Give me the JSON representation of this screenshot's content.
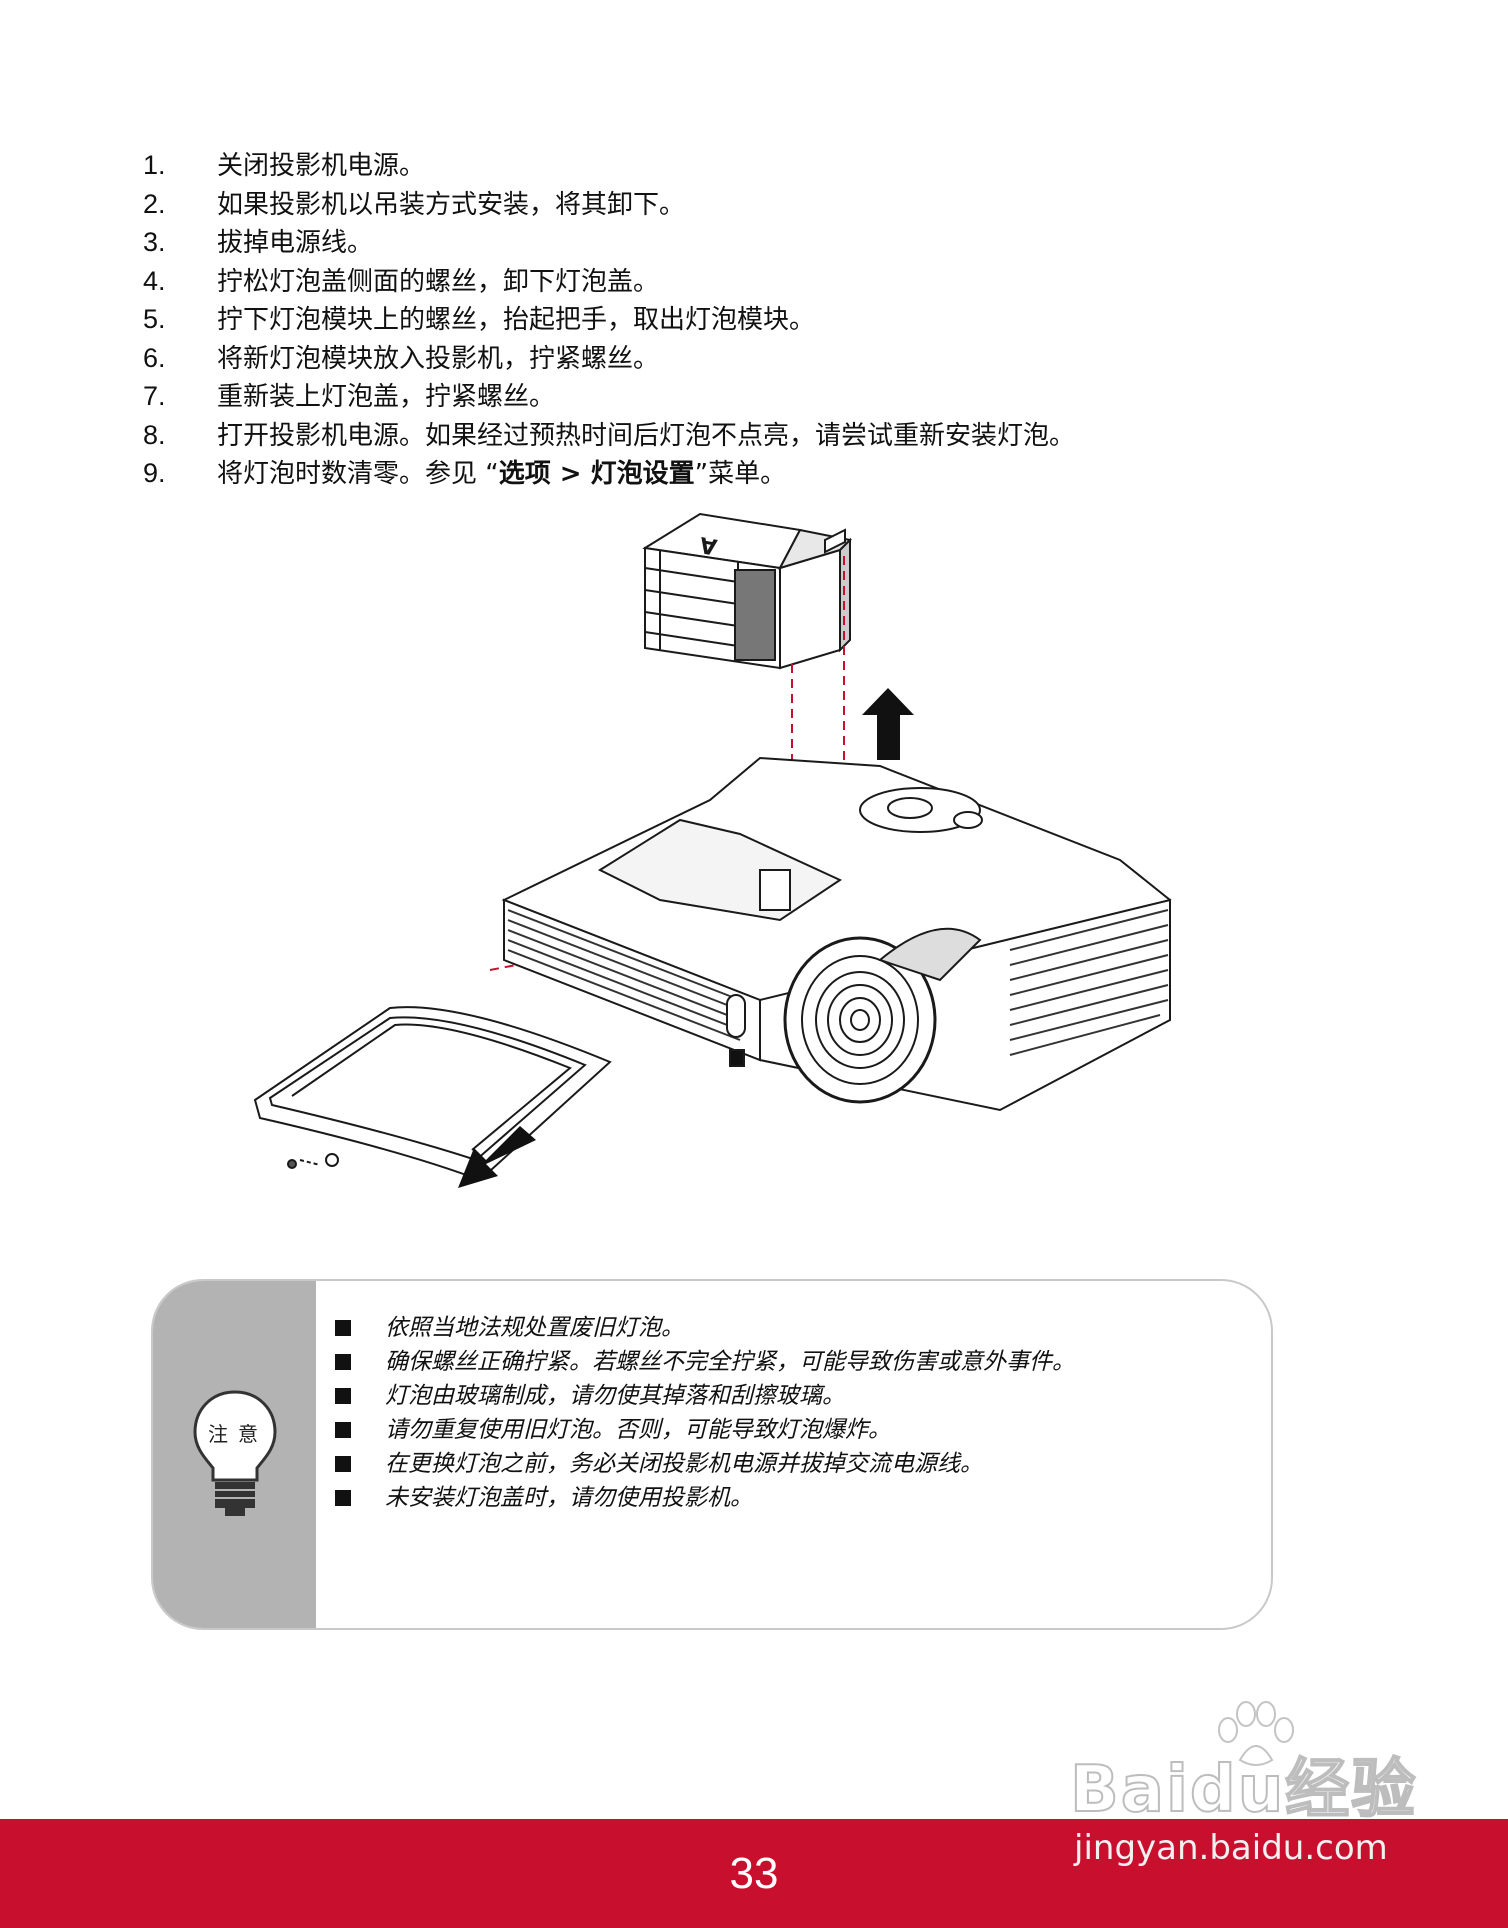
{
  "steps": [
    {
      "num": "1.",
      "text": "关闭投影机电源。"
    },
    {
      "num": "2.",
      "text": "如果投影机以吊装方式安装，将其卸下。"
    },
    {
      "num": "3.",
      "text": "拔掉电源线。"
    },
    {
      "num": "4.",
      "text": "拧松灯泡盖侧面的螺丝，卸下灯泡盖。"
    },
    {
      "num": "5.",
      "text": "拧下灯泡模块上的螺丝，抬起把手，取出灯泡模块。"
    },
    {
      "num": "6.",
      "text": "将新灯泡模块放入投影机，拧紧螺丝。"
    },
    {
      "num": "7.",
      "text": "重新装上灯泡盖，拧紧螺丝。"
    },
    {
      "num": "8.",
      "text": "打开投影机电源。如果经过预热时间后灯泡不点亮，请尝试重新安装灯泡。"
    },
    {
      "num": "9.",
      "text_before": "将灯泡时数清零。参见 “",
      "bold": "选项 > 灯泡设置",
      "text_after": "”菜单。"
    }
  ],
  "note": {
    "label": "注意",
    "items": [
      "依照当地法规处置废旧灯泡。",
      "确保螺丝正确拧紧。若螺丝不完全拧紧，可能导致伤害或意外事件。",
      "灯泡由玻璃制成，请勿使其掉落和刮擦玻璃。",
      "请勿重复使用旧灯泡。否则，可能导致灯泡爆炸。",
      "在更换灯泡之前，务必关闭投影机电源并拔掉交流电源线。",
      "未安装灯泡盖时，请勿使用投影机。"
    ]
  },
  "footer": {
    "page_number": "33",
    "color": "#c8102e"
  },
  "watermark": {
    "logo": "Baidu经验",
    "url": "jingyan.baidu.com"
  }
}
